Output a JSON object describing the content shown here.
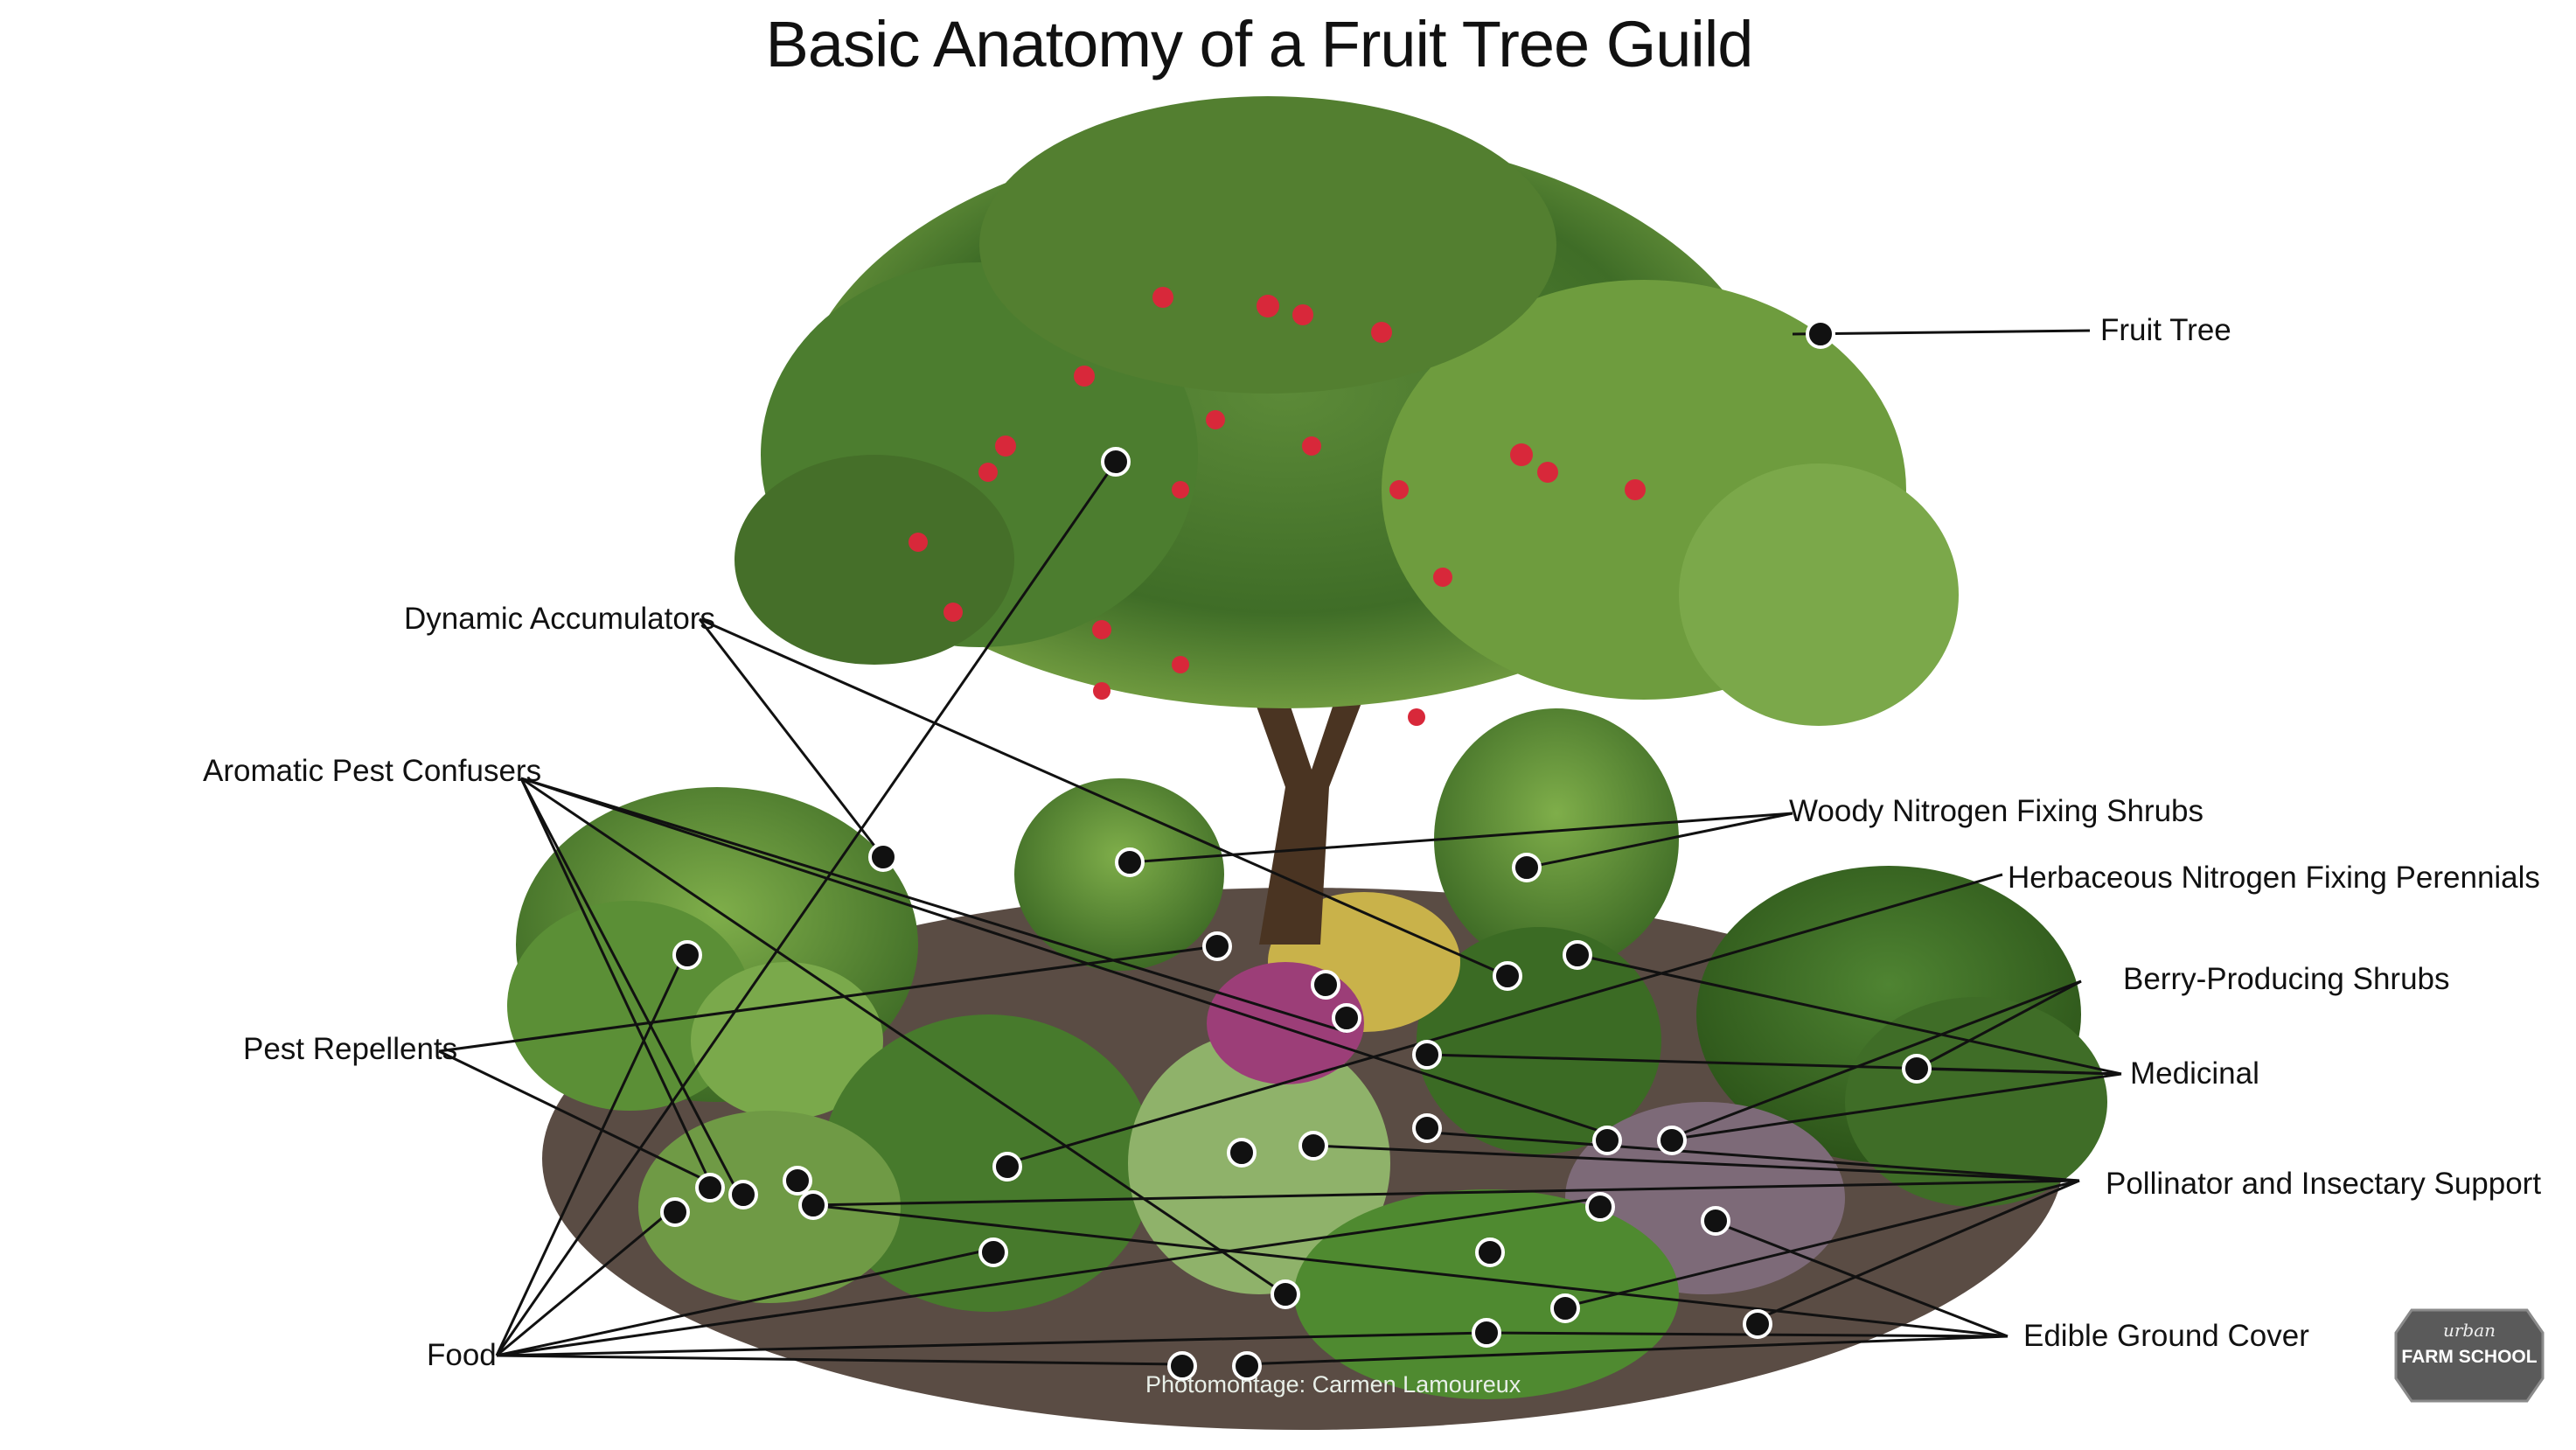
{
  "title": "Basic Anatomy of a Fruit Tree Guild",
  "labels": {
    "fruit_tree": "Fruit Tree",
    "dynamic_accumulators": "Dynamic Accumulators",
    "aromatic_pest_confusers": "Aromatic Pest Confusers",
    "woody_nitrogen": "Woody Nitrogen Fixing Shrubs",
    "herbaceous_nitrogen": "Herbaceous Nitrogen Fixing Perennials",
    "berry_shrubs": "Berry-Producing Shrubs",
    "medicinal": "Medicinal",
    "pest_repellents": "Pest Repellents",
    "pollinator": "Pollinator and Insectary Support",
    "edible_ground_cover": "Edible Ground Cover",
    "food": "Food"
  },
  "credit": "Photomontage: Carmen Lamoureux",
  "badge": {
    "line1": "urban",
    "line2": "FARM SCHOOL"
  },
  "colors": {
    "foliage": "#4a7a2e",
    "fruit": "#d8283a",
    "mulch": "#5a4c44",
    "trunk": "#4a3422",
    "line": "#111111"
  }
}
